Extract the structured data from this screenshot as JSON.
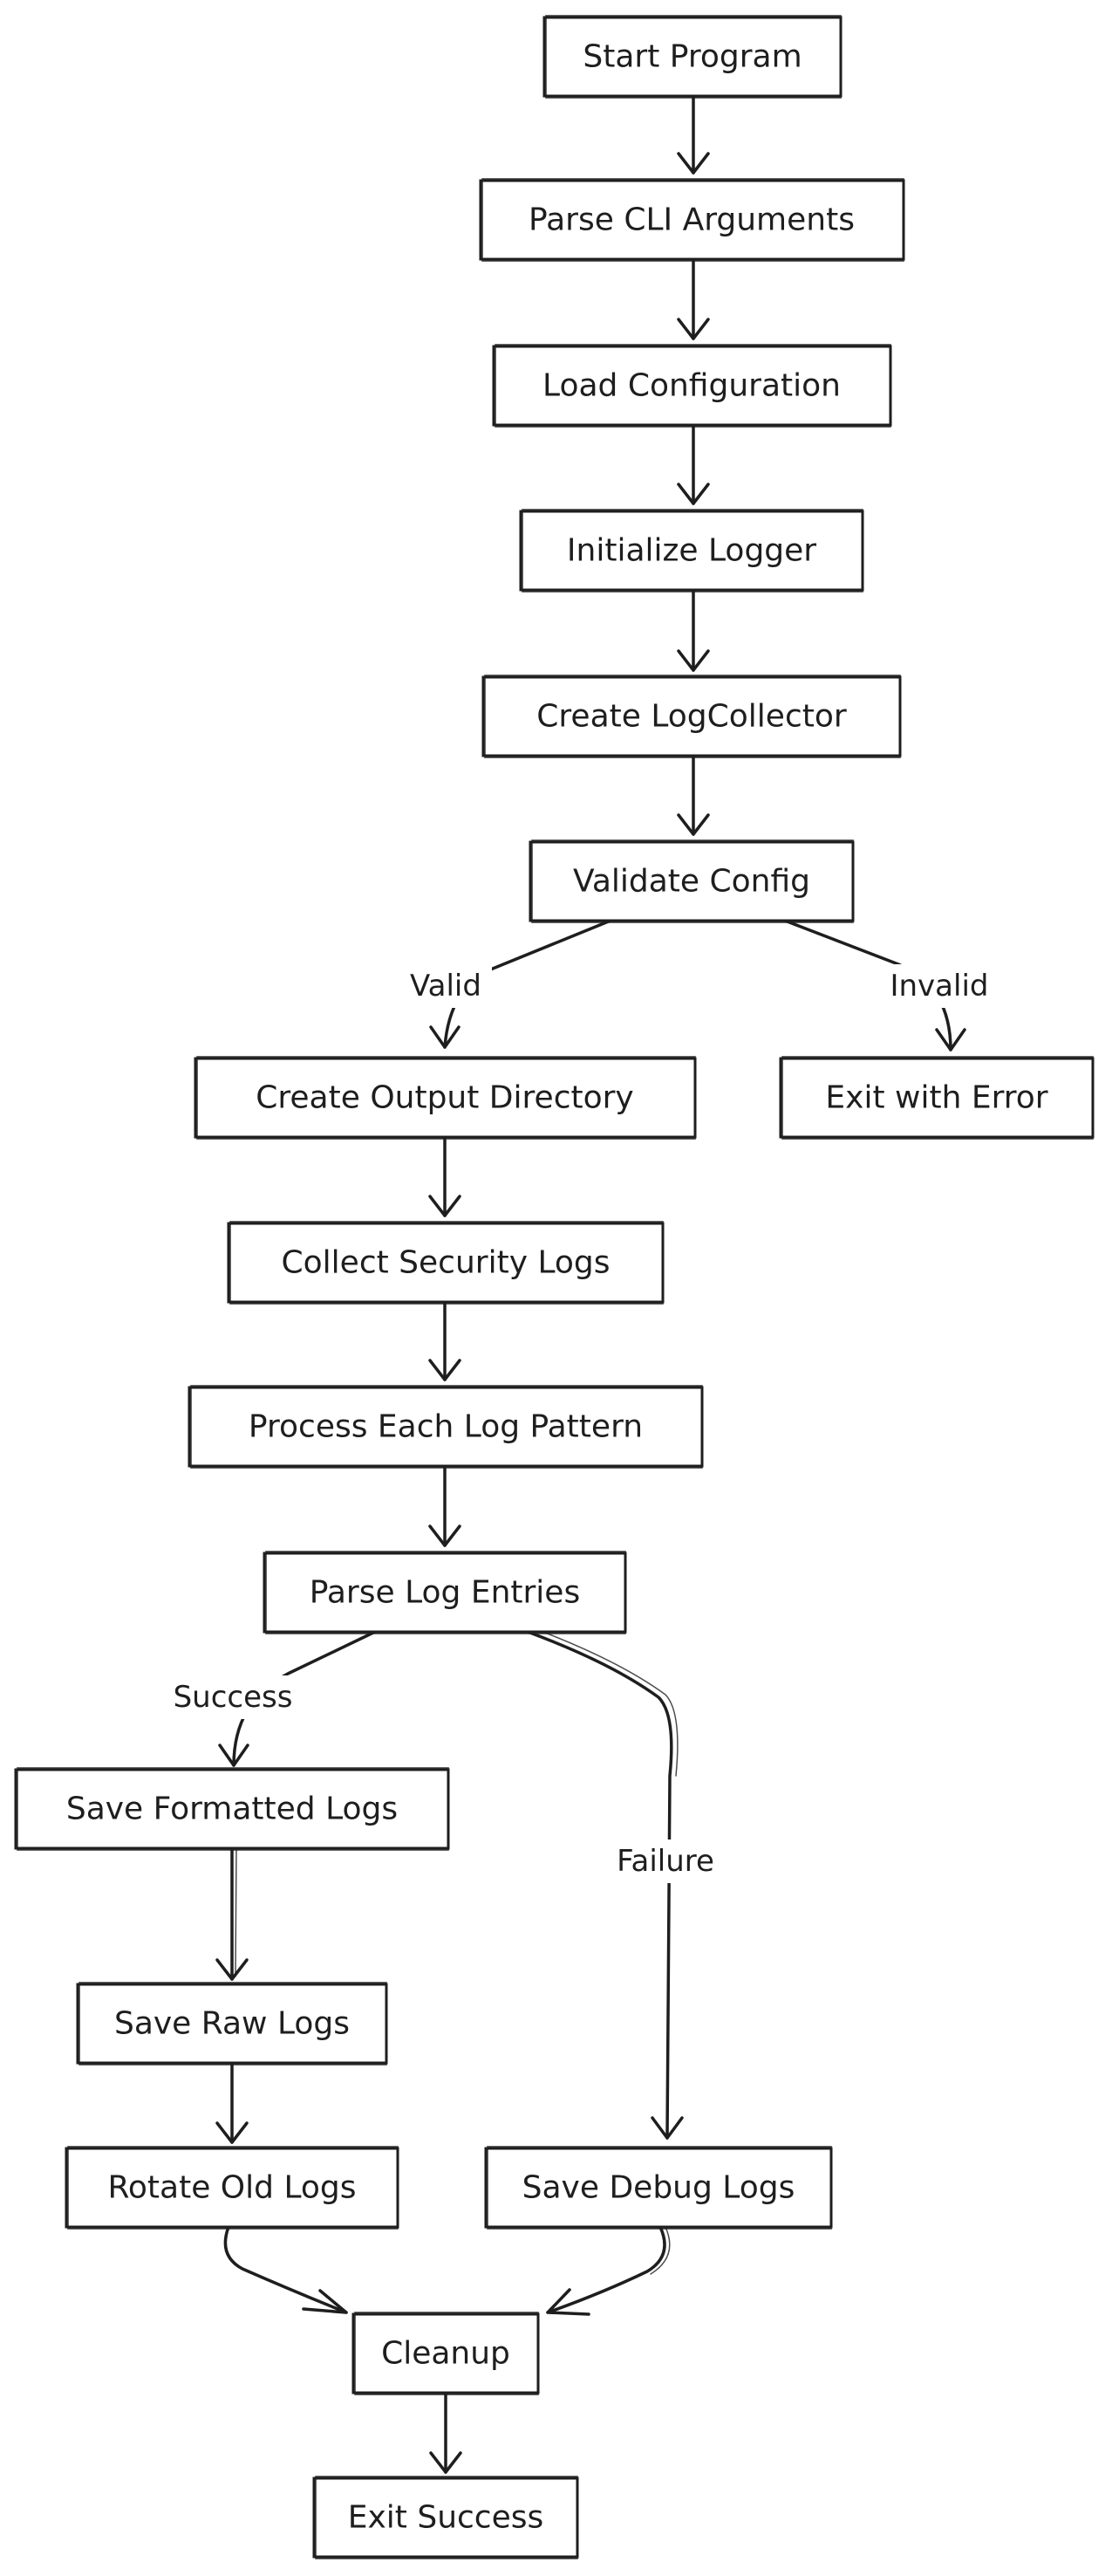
{
  "diagram": {
    "nodes": {
      "start_program": "Start Program",
      "parse_cli": "Parse CLI Arguments",
      "load_config": "Load Configuration",
      "init_logger": "Initialize Logger",
      "create_collector": "Create LogCollector",
      "validate_config": "Validate Config",
      "create_output_dir": "Create Output Directory",
      "exit_with_error": "Exit with Error",
      "collect_security_logs": "Collect Security Logs",
      "process_each_pattern": "Process Each Log Pattern",
      "parse_log_entries": "Parse Log Entries",
      "save_formatted_logs": "Save Formatted Logs",
      "save_raw_logs": "Save Raw Logs",
      "rotate_old_logs": "Rotate Old Logs",
      "save_debug_logs": "Save Debug Logs",
      "cleanup": "Cleanup",
      "exit_success": "Exit Success"
    },
    "edge_labels": {
      "valid": "Valid",
      "invalid": "Invalid",
      "success": "Success",
      "failure": "Failure"
    },
    "edges": [
      {
        "from": "start_program",
        "to": "parse_cli"
      },
      {
        "from": "parse_cli",
        "to": "load_config"
      },
      {
        "from": "load_config",
        "to": "init_logger"
      },
      {
        "from": "init_logger",
        "to": "create_collector"
      },
      {
        "from": "create_collector",
        "to": "validate_config"
      },
      {
        "from": "validate_config",
        "to": "create_output_dir",
        "label": "valid"
      },
      {
        "from": "validate_config",
        "to": "exit_with_error",
        "label": "invalid"
      },
      {
        "from": "create_output_dir",
        "to": "collect_security_logs"
      },
      {
        "from": "collect_security_logs",
        "to": "process_each_pattern"
      },
      {
        "from": "process_each_pattern",
        "to": "parse_log_entries"
      },
      {
        "from": "parse_log_entries",
        "to": "save_formatted_logs",
        "label": "success"
      },
      {
        "from": "parse_log_entries",
        "to": "save_debug_logs",
        "label": "failure"
      },
      {
        "from": "save_formatted_logs",
        "to": "save_raw_logs"
      },
      {
        "from": "save_raw_logs",
        "to": "rotate_old_logs"
      },
      {
        "from": "rotate_old_logs",
        "to": "cleanup"
      },
      {
        "from": "save_debug_logs",
        "to": "cleanup"
      },
      {
        "from": "cleanup",
        "to": "exit_success"
      }
    ],
    "colors": {
      "stroke": "#1e1e1e",
      "background": "#ffffff"
    }
  }
}
